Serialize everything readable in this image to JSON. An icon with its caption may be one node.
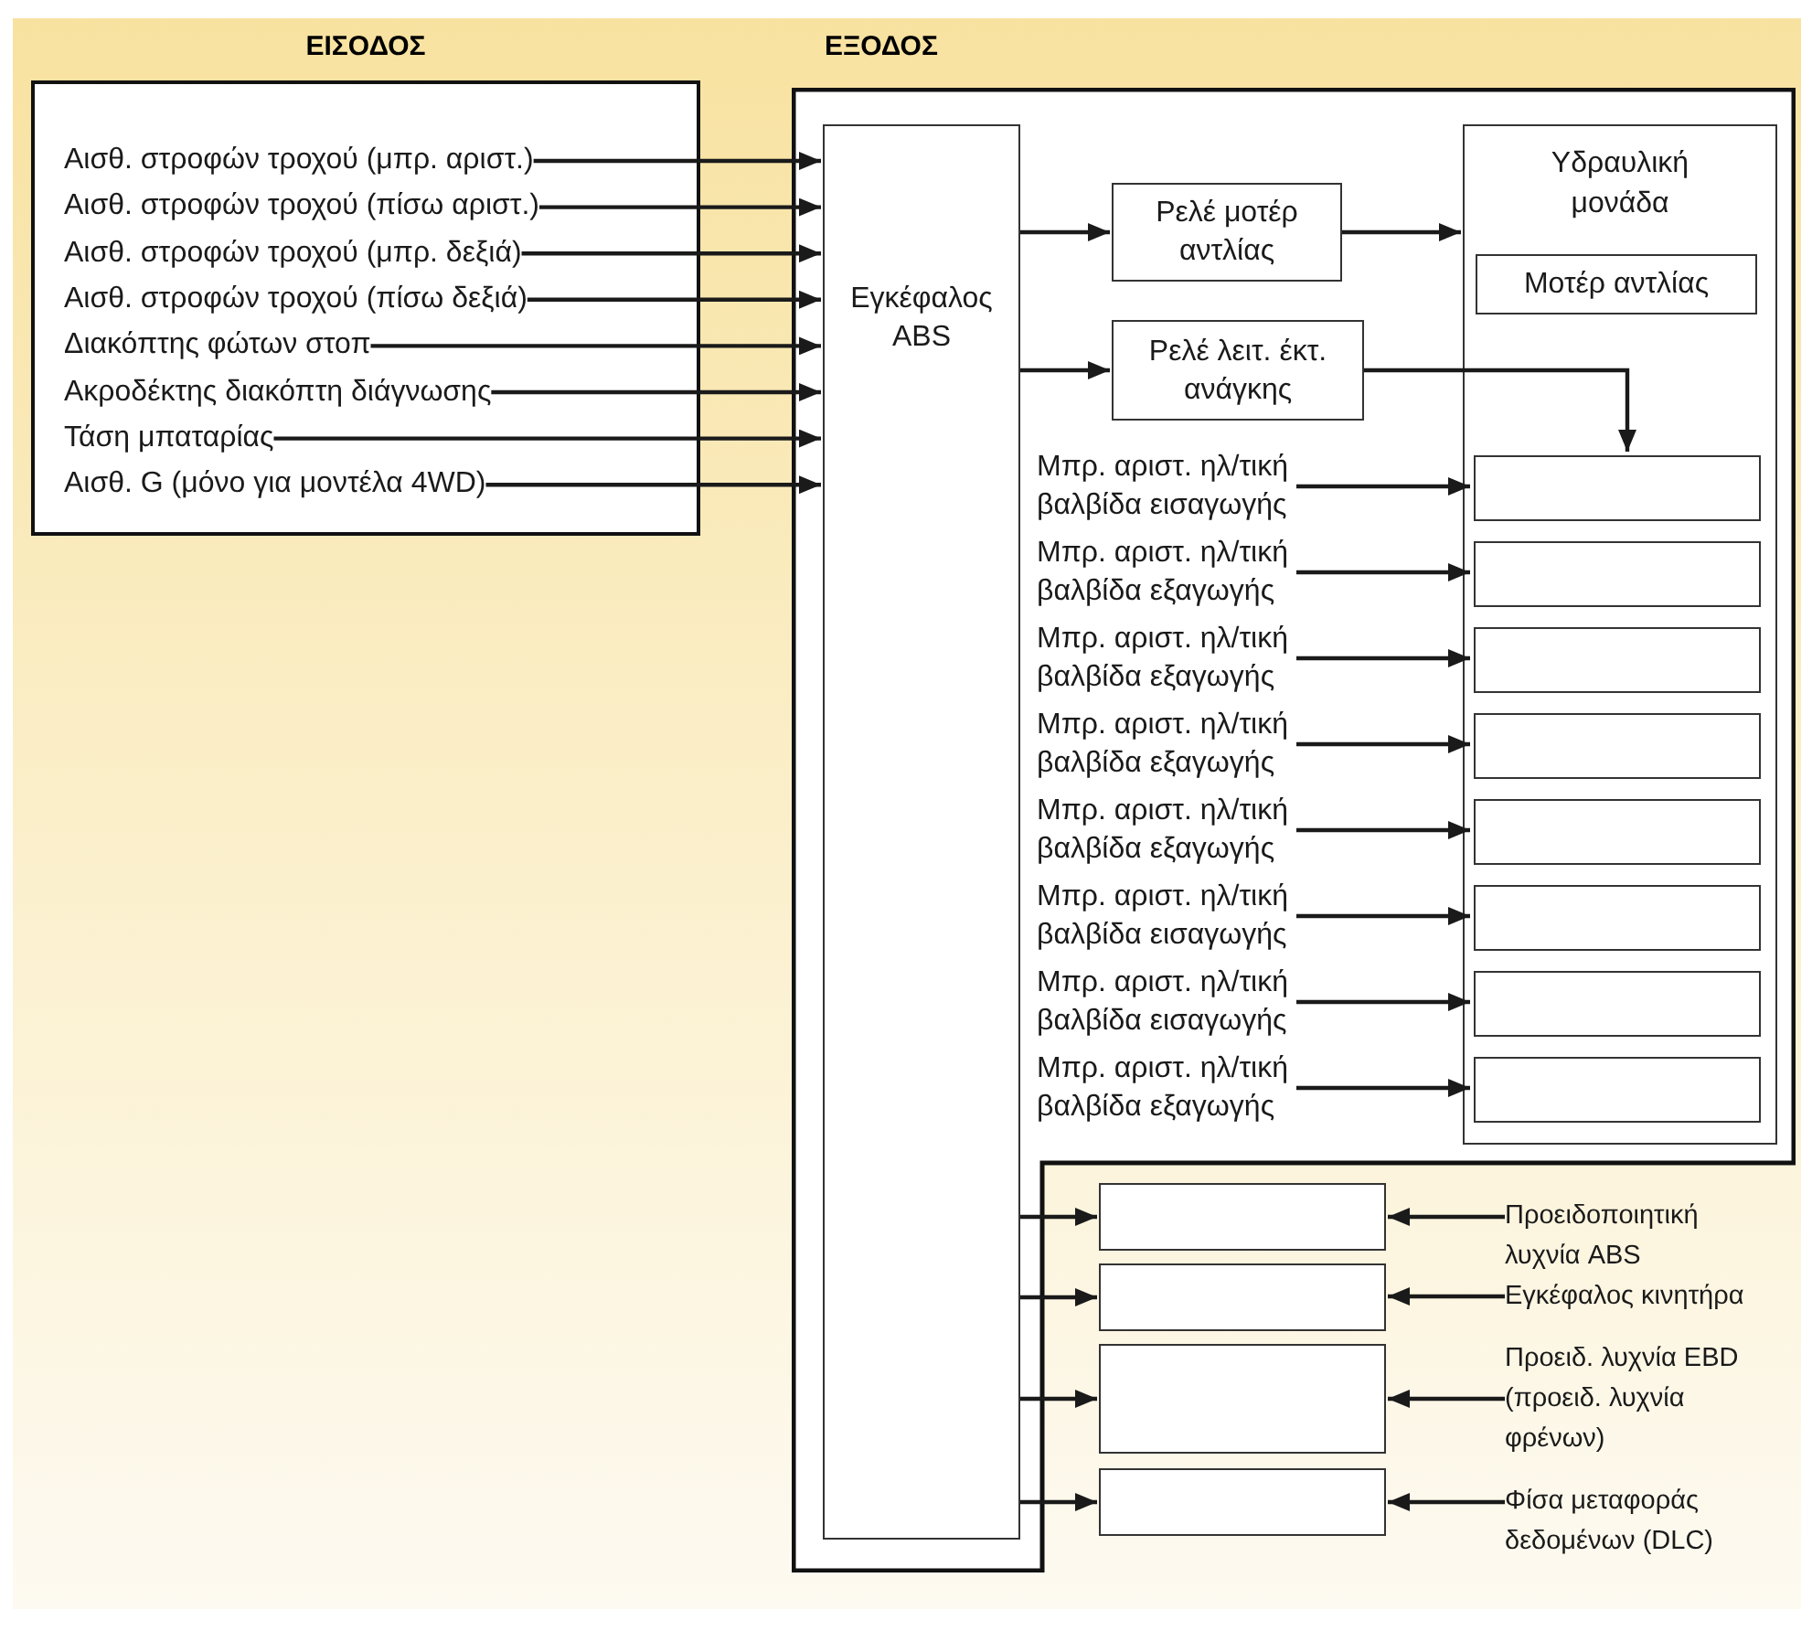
{
  "diagram": {
    "nodes": [
      {
        "text": [
          "ΕΙΣΟΔΟΣ"
        ]
      },
      {
        "text": [
          "Αισθ. στροφών τροχού (μπρ. αριστ.)"
        ],
        "in": 0
      },
      {
        "text": [
          "Αισθ. στροφών τροχού (πίσω αριστ.)"
        ],
        "in": 0
      },
      {
        "text": [
          "Αισθ. στροφών τροχού (μπρ. δεξιά)"
        ],
        "in": 0
      },
      {
        "text": [
          "Αισθ. στροφών τροχού (πίσω δεξιά)"
        ],
        "in": 0
      },
      {
        "text": [
          "Διακόπτης φώτων στοπ"
        ],
        "in": 0
      },
      {
        "text": [
          "Ακροδέκτης διακόπτη διάγνωσης"
        ],
        "in": 0
      },
      {
        "text": [
          "Τάση μπαταρίας"
        ],
        "in": 0
      },
      {
        "text": [
          "Αισθ. G (μόνο για μοντέλα 4WD)"
        ],
        "in": 0
      },
      {
        "text": [
          "ΕΞΟΔΟΣ"
        ]
      },
      {
        "text": [
          "Εγκέφαλος ABS"
        ],
        "in": 9
      },
      {
        "text": [
          "Ρελέ μοτέρ αντλίας"
        ],
        "in": 9
      },
      {
        "text": [
          "Ρελέ λειτ. έκτ. ανάγκης"
        ],
        "in": 9
      },
      {
        "text": [
          "Υδραυλική μονάδα"
        ],
        "in": 9
      },
      {
        "text": [
          "Μοτέρ αντλίας"
        ],
        "in": 13
      },
      {
        "text": [],
        "shape": "box",
        "in": 13
      },
      {
        "text": [],
        "shape": "box",
        "in": 13
      },
      {
        "text": [],
        "shape": "box",
        "in": 13
      },
      {
        "text": [],
        "shape": "box",
        "in": 13
      },
      {
        "text": [],
        "shape": "box",
        "in": 13
      },
      {
        "text": [],
        "shape": "box",
        "in": 13
      },
      {
        "text": [],
        "shape": "box",
        "in": 13
      },
      {
        "text": [],
        "shape": "box",
        "in": 13
      },
      {
        "text": [
          "Μπρ. αριστ. ηλ/τική βαλβίδα εισαγωγής"
        ],
        "in": 9
      },
      {
        "text": [
          "Μπρ. αριστ. ηλ/τική βαλβίδα εξαγωγής"
        ],
        "in": 9
      },
      {
        "text": [
          "Μπρ. αριστ. ηλ/τική βαλβίδα εξαγωγής"
        ],
        "in": 9
      },
      {
        "text": [
          "Μπρ. αριστ. ηλ/τική βαλβίδα εξαγωγής"
        ],
        "in": 9
      },
      {
        "text": [
          "Μπρ. αριστ. ηλ/τική βαλβίδα εξαγωγής"
        ],
        "in": 9
      },
      {
        "text": [
          "Μπρ. αριστ. ηλ/τική βαλβίδα εισαγωγής"
        ],
        "in": 9
      },
      {
        "text": [
          "Μπρ. αριστ. ηλ/τική βαλβίδα εισαγωγής"
        ],
        "in": 9
      },
      {
        "text": [
          "Μπρ. αριστ. ηλ/τική βαλβίδα εξαγωγής"
        ],
        "in": 9
      },
      {
        "text": [],
        "shape": "box"
      },
      {
        "text": [],
        "shape": "box"
      },
      {
        "text": [],
        "shape": "box"
      },
      {
        "text": [],
        "shape": "box"
      },
      {
        "text": [
          "Προειδοποιητική λυχνία ABS"
        ]
      },
      {
        "text": [
          "Εγκέφαλος κινητήρα"
        ]
      },
      {
        "text": [
          "Προειδ. λυχνία EBD (προειδ. λυχνία φρένων)"
        ]
      },
      {
        "text": [
          "Φίσα μεταφοράς δεδομένων (DLC)"
        ]
      }
    ],
    "edges": [
      {
        "from": 1,
        "to": 10,
        "arrow": "to"
      },
      {
        "from": 2,
        "to": 10,
        "arrow": "to"
      },
      {
        "from": 3,
        "to": 10,
        "arrow": "to"
      },
      {
        "from": 4,
        "to": 10,
        "arrow": "to"
      },
      {
        "from": 5,
        "to": 10,
        "arrow": "to"
      },
      {
        "from": 6,
        "to": 10,
        "arrow": "to"
      },
      {
        "from": 7,
        "to": 10,
        "arrow": "to"
      },
      {
        "from": 8,
        "to": 10,
        "arrow": "to"
      },
      {
        "from": 10,
        "to": 11,
        "arrow": "to"
      },
      {
        "from": 10,
        "to": 12,
        "arrow": "to"
      },
      {
        "from": 11,
        "to": 13,
        "arrow": "to"
      },
      {
        "from": 12,
        "to": 15,
        "arrow": "to"
      },
      {
        "from": 23,
        "to": 15,
        "arrow": "to"
      },
      {
        "from": 24,
        "to": 16,
        "arrow": "to"
      },
      {
        "from": 25,
        "to": 17,
        "arrow": "to"
      },
      {
        "from": 26,
        "to": 18,
        "arrow": "to"
      },
      {
        "from": 27,
        "to": 19,
        "arrow": "to"
      },
      {
        "from": 28,
        "to": 20,
        "arrow": "to"
      },
      {
        "from": 29,
        "to": 21,
        "arrow": "to"
      },
      {
        "from": 30,
        "to": 22,
        "arrow": "to"
      },
      {
        "from": 10,
        "to": 31,
        "arrow": "to"
      },
      {
        "from": 10,
        "to": 32,
        "arrow": "to"
      },
      {
        "from": 10,
        "to": 33,
        "arrow": "to"
      },
      {
        "from": 10,
        "to": 34,
        "arrow": "to"
      },
      {
        "from": 35,
        "to": 31,
        "arrow": "to"
      },
      {
        "from": 36,
        "to": 32,
        "arrow": "to"
      },
      {
        "from": 37,
        "to": 33,
        "arrow": "to"
      },
      {
        "from": 38,
        "to": 34,
        "arrow": "to"
      }
    ]
  }
}
